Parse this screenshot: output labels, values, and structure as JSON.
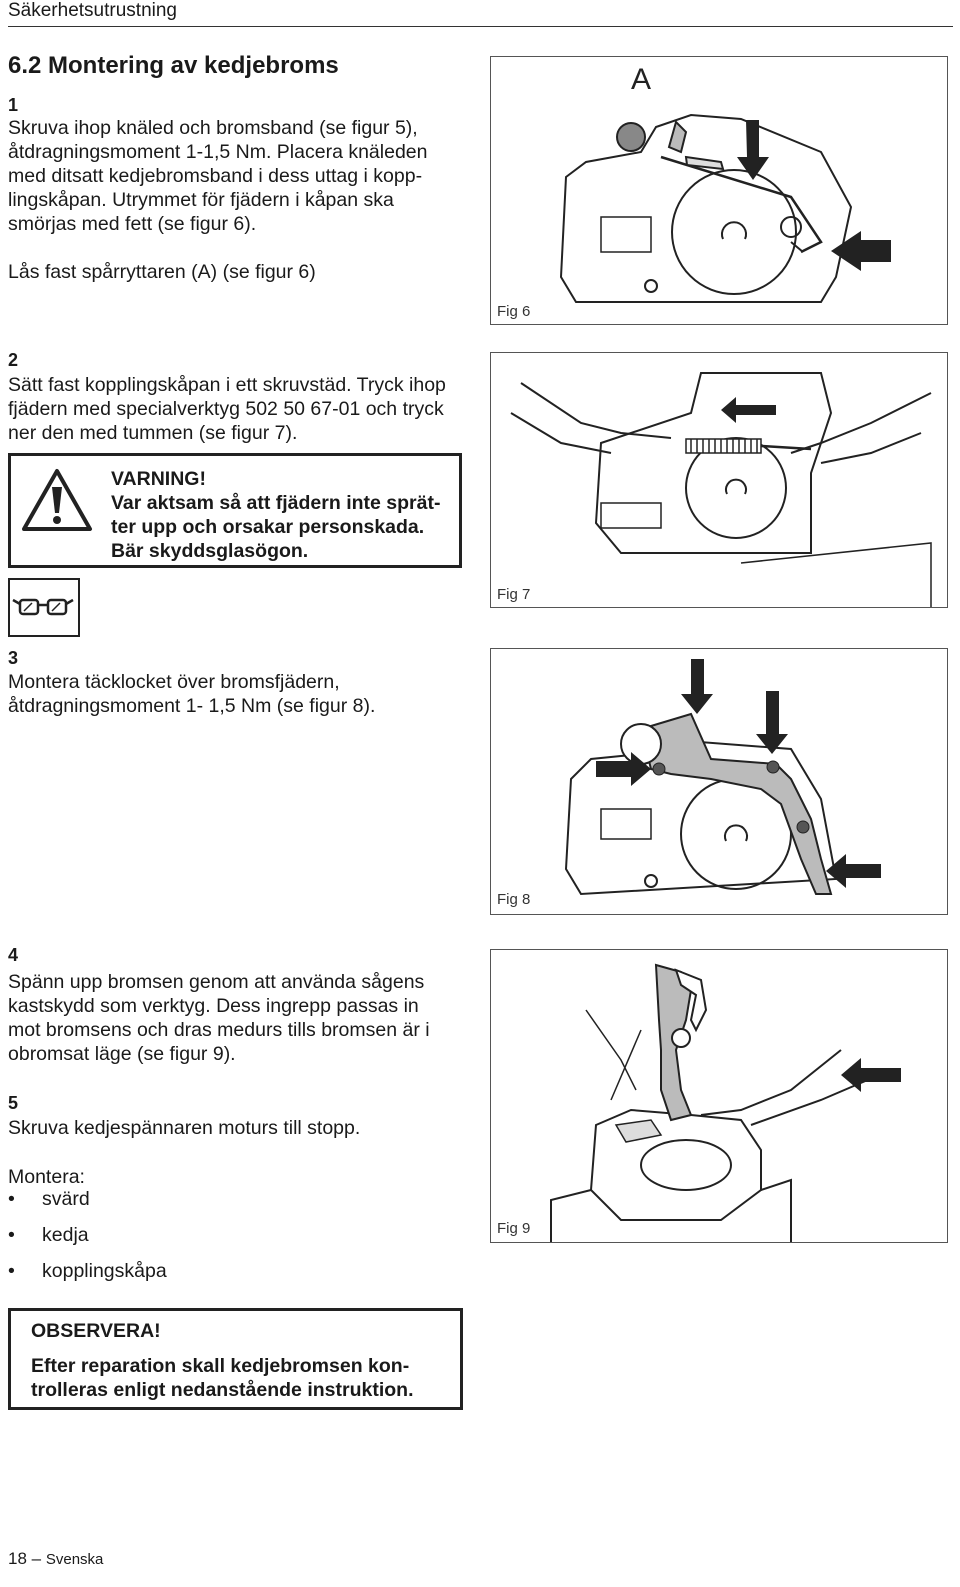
{
  "header": {
    "title": "Säkerhetsutrustning"
  },
  "section": {
    "title": "6.2 Montering av kedjebroms"
  },
  "step1": {
    "number": "1",
    "lines": [
      "Skruva ihop knäled och bromsband (se figur 5),",
      "åtdragningsmoment 1-1,5 Nm. Placera knäleden",
      "med ditsatt kedjebromsband i dess uttag i kopp-",
      "lingskåpan. Utrymmet för fjädern i kåpan ska",
      "smörjas med fett (se figur 6)."
    ],
    "extra": "Lås fast spårryttaren (A) (se figur 6)"
  },
  "step2": {
    "number": "2",
    "lines": [
      "Sätt fast kopplingskåpan i ett skruvstäd. Tryck ihop",
      "fjädern med specialverktyg 502 50 67-01 och tryck",
      "ner den med tummen (se figur 7)."
    ]
  },
  "warning": {
    "title": "VARNING!",
    "lines": [
      "Var aktsam så att fjädern inte sprät-",
      "ter upp och orsakar personskada.",
      "Bär skyddsglasögon."
    ]
  },
  "step3": {
    "number": "3",
    "lines": [
      "Montera täcklocket över bromsfjädern,",
      "åtdragningsmoment 1- 1,5 Nm (se figur 8)."
    ]
  },
  "step4": {
    "number": "4",
    "lines": [
      "Spänn upp bromsen genom att använda sågens",
      "kastskydd som verktyg. Dess ingrepp passas in",
      "mot bromsens och dras medurs tills bromsen är i",
      "obromsat läge (se figur 9)."
    ]
  },
  "step5": {
    "number": "5",
    "text": "Skruva kedjespännaren moturs till stopp.",
    "mount_label": "Montera:",
    "bullets": [
      "svärd",
      "kedja",
      "kopplingskåpa"
    ]
  },
  "observe": {
    "title": "OBSERVERA!",
    "lines": [
      "Efter reparation skall kedjebromsen kon-",
      "trolleras enligt nedanstående instruktion."
    ]
  },
  "figures": {
    "fig6": {
      "label": "Fig 6",
      "marker": "A"
    },
    "fig7": {
      "label": "Fig 7"
    },
    "fig8": {
      "label": "Fig 8"
    },
    "fig9": {
      "label": "Fig 9"
    }
  },
  "footer": {
    "page": "18",
    "dash": "–",
    "language": "Svenska"
  },
  "icons": {
    "warning": "warning-triangle-icon",
    "glasses": "safety-glasses-icon"
  }
}
